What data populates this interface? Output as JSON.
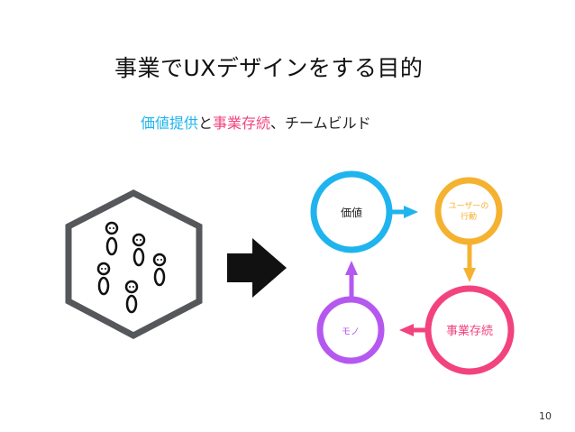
{
  "slide": {
    "title": "事業でUXデザインをする目的",
    "subtitle": {
      "part1": "価値提供",
      "part2": "と",
      "part3": "事業存続",
      "part4": "、チームビルド"
    },
    "page_number": "10"
  },
  "colors": {
    "blue": "#1fb4ee",
    "pink": "#f2437f",
    "yellow": "#f5b230",
    "purple": "#b558f0",
    "hexagon": "#55575a",
    "arrow": "#111111",
    "text": "#111111"
  },
  "cycle": {
    "value": "価値",
    "user_action_line1": "ユーザーの",
    "user_action_line2": "行動",
    "business": "事業存続",
    "thing": "モノ"
  },
  "icons": [
    "team-hexagon-icon",
    "people-icon",
    "right-arrow-icon"
  ]
}
